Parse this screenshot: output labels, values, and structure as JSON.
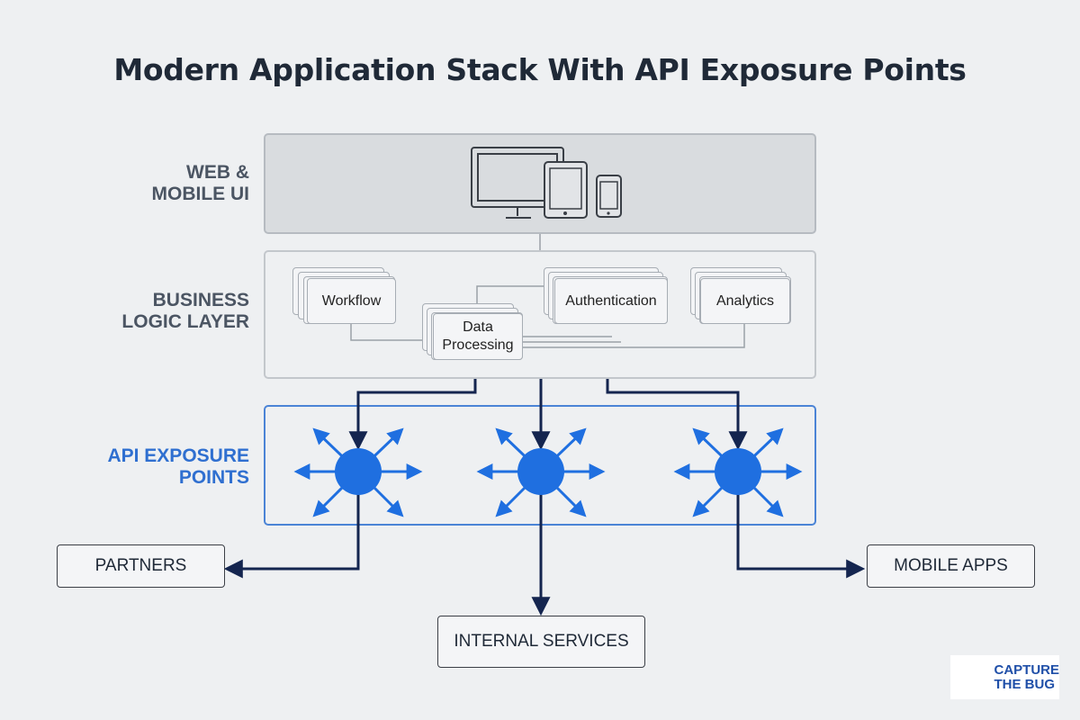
{
  "title": "Modern Application Stack With API Exposure Points",
  "layers": {
    "ui": {
      "label_line1": "WEB &",
      "label_line2": "MOBILE UI"
    },
    "logic": {
      "label_line1": "BUSINESS",
      "label_line2": "LOGIC LAYER"
    },
    "api": {
      "label_line1": "API EXPOSURE",
      "label_line2": "POINTS"
    }
  },
  "modules": {
    "workflow": "Workflow",
    "data_line1": "Data",
    "data_line2": "Processing",
    "authentication": "Authentication",
    "analytics": "Analytics"
  },
  "consumers": {
    "partners": "PARTNERS",
    "internal": "INTERNAL SERVICES",
    "mobile": "MOBILE APPS"
  },
  "logo": {
    "line1": "CAPTURE",
    "line2": "THE BUG"
  },
  "colors": {
    "api_blue": "#1f6fe0",
    "connector_navy": "#14254f",
    "api_border": "#4b84d6"
  }
}
